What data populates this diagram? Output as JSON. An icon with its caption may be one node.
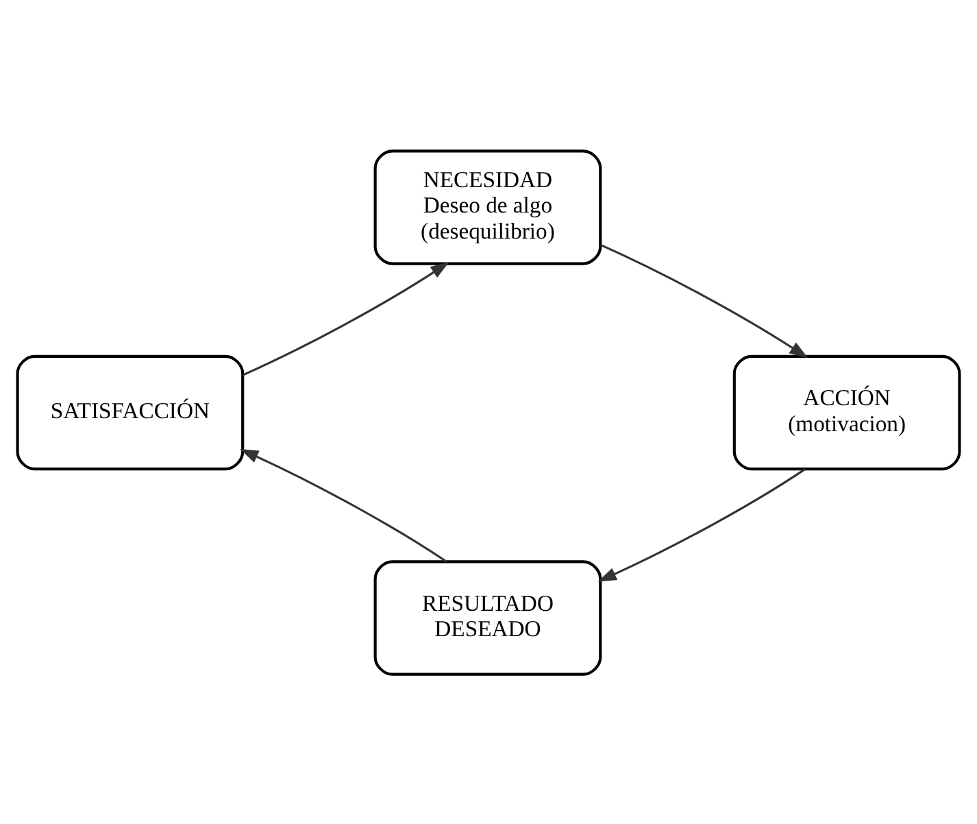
{
  "diagram": {
    "nodes": [
      {
        "text": [
          "NECESIDAD",
          "Deseo de algo (desequilibrio)"
        ]
      },
      {
        "text": [
          "ACCIÓN",
          "(motivacion)"
        ]
      },
      {
        "text": [
          "RESULTADO DESEADO"
        ]
      },
      {
        "text": [
          "SATISFACCIÓN"
        ]
      }
    ],
    "edges": [
      {
        "from": 0,
        "to": 1,
        "arrow": "to"
      },
      {
        "from": 1,
        "to": 2,
        "arrow": "to"
      },
      {
        "from": 2,
        "to": 3,
        "arrow": "to"
      },
      {
        "from": 3,
        "to": 0,
        "arrow": "to"
      }
    ]
  }
}
